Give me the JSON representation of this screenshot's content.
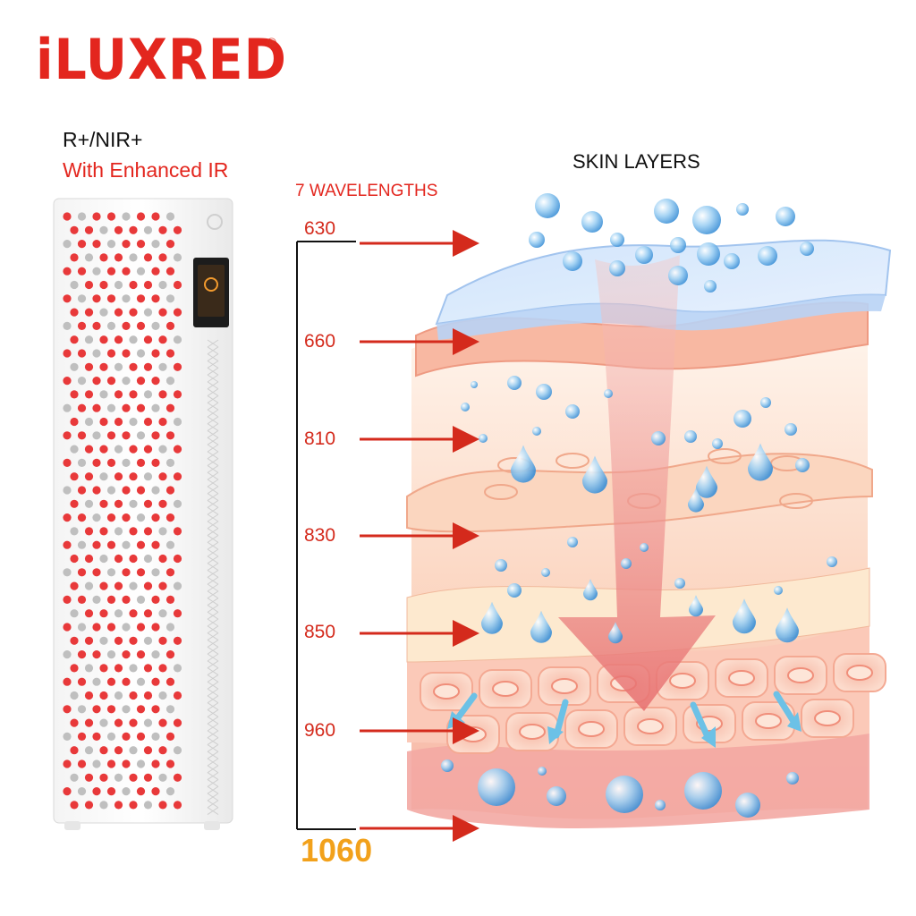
{
  "brand": {
    "logo_text": "iLUXRED",
    "registered_mark": "®"
  },
  "device": {
    "line1": "R+/NIR+",
    "line2": "With Enhanced IR"
  },
  "diagram": {
    "title": "SKIN LAYERS",
    "wavelengths_heading": "7 WAVELENGTHS",
    "wavelengths": [
      "630",
      "660",
      "810",
      "830",
      "850",
      "960",
      "1060"
    ]
  },
  "colors": {
    "brand_red": "#e3261e",
    "arrow_red": "#d42a1c",
    "highlight_orange": "#f2a11b"
  }
}
